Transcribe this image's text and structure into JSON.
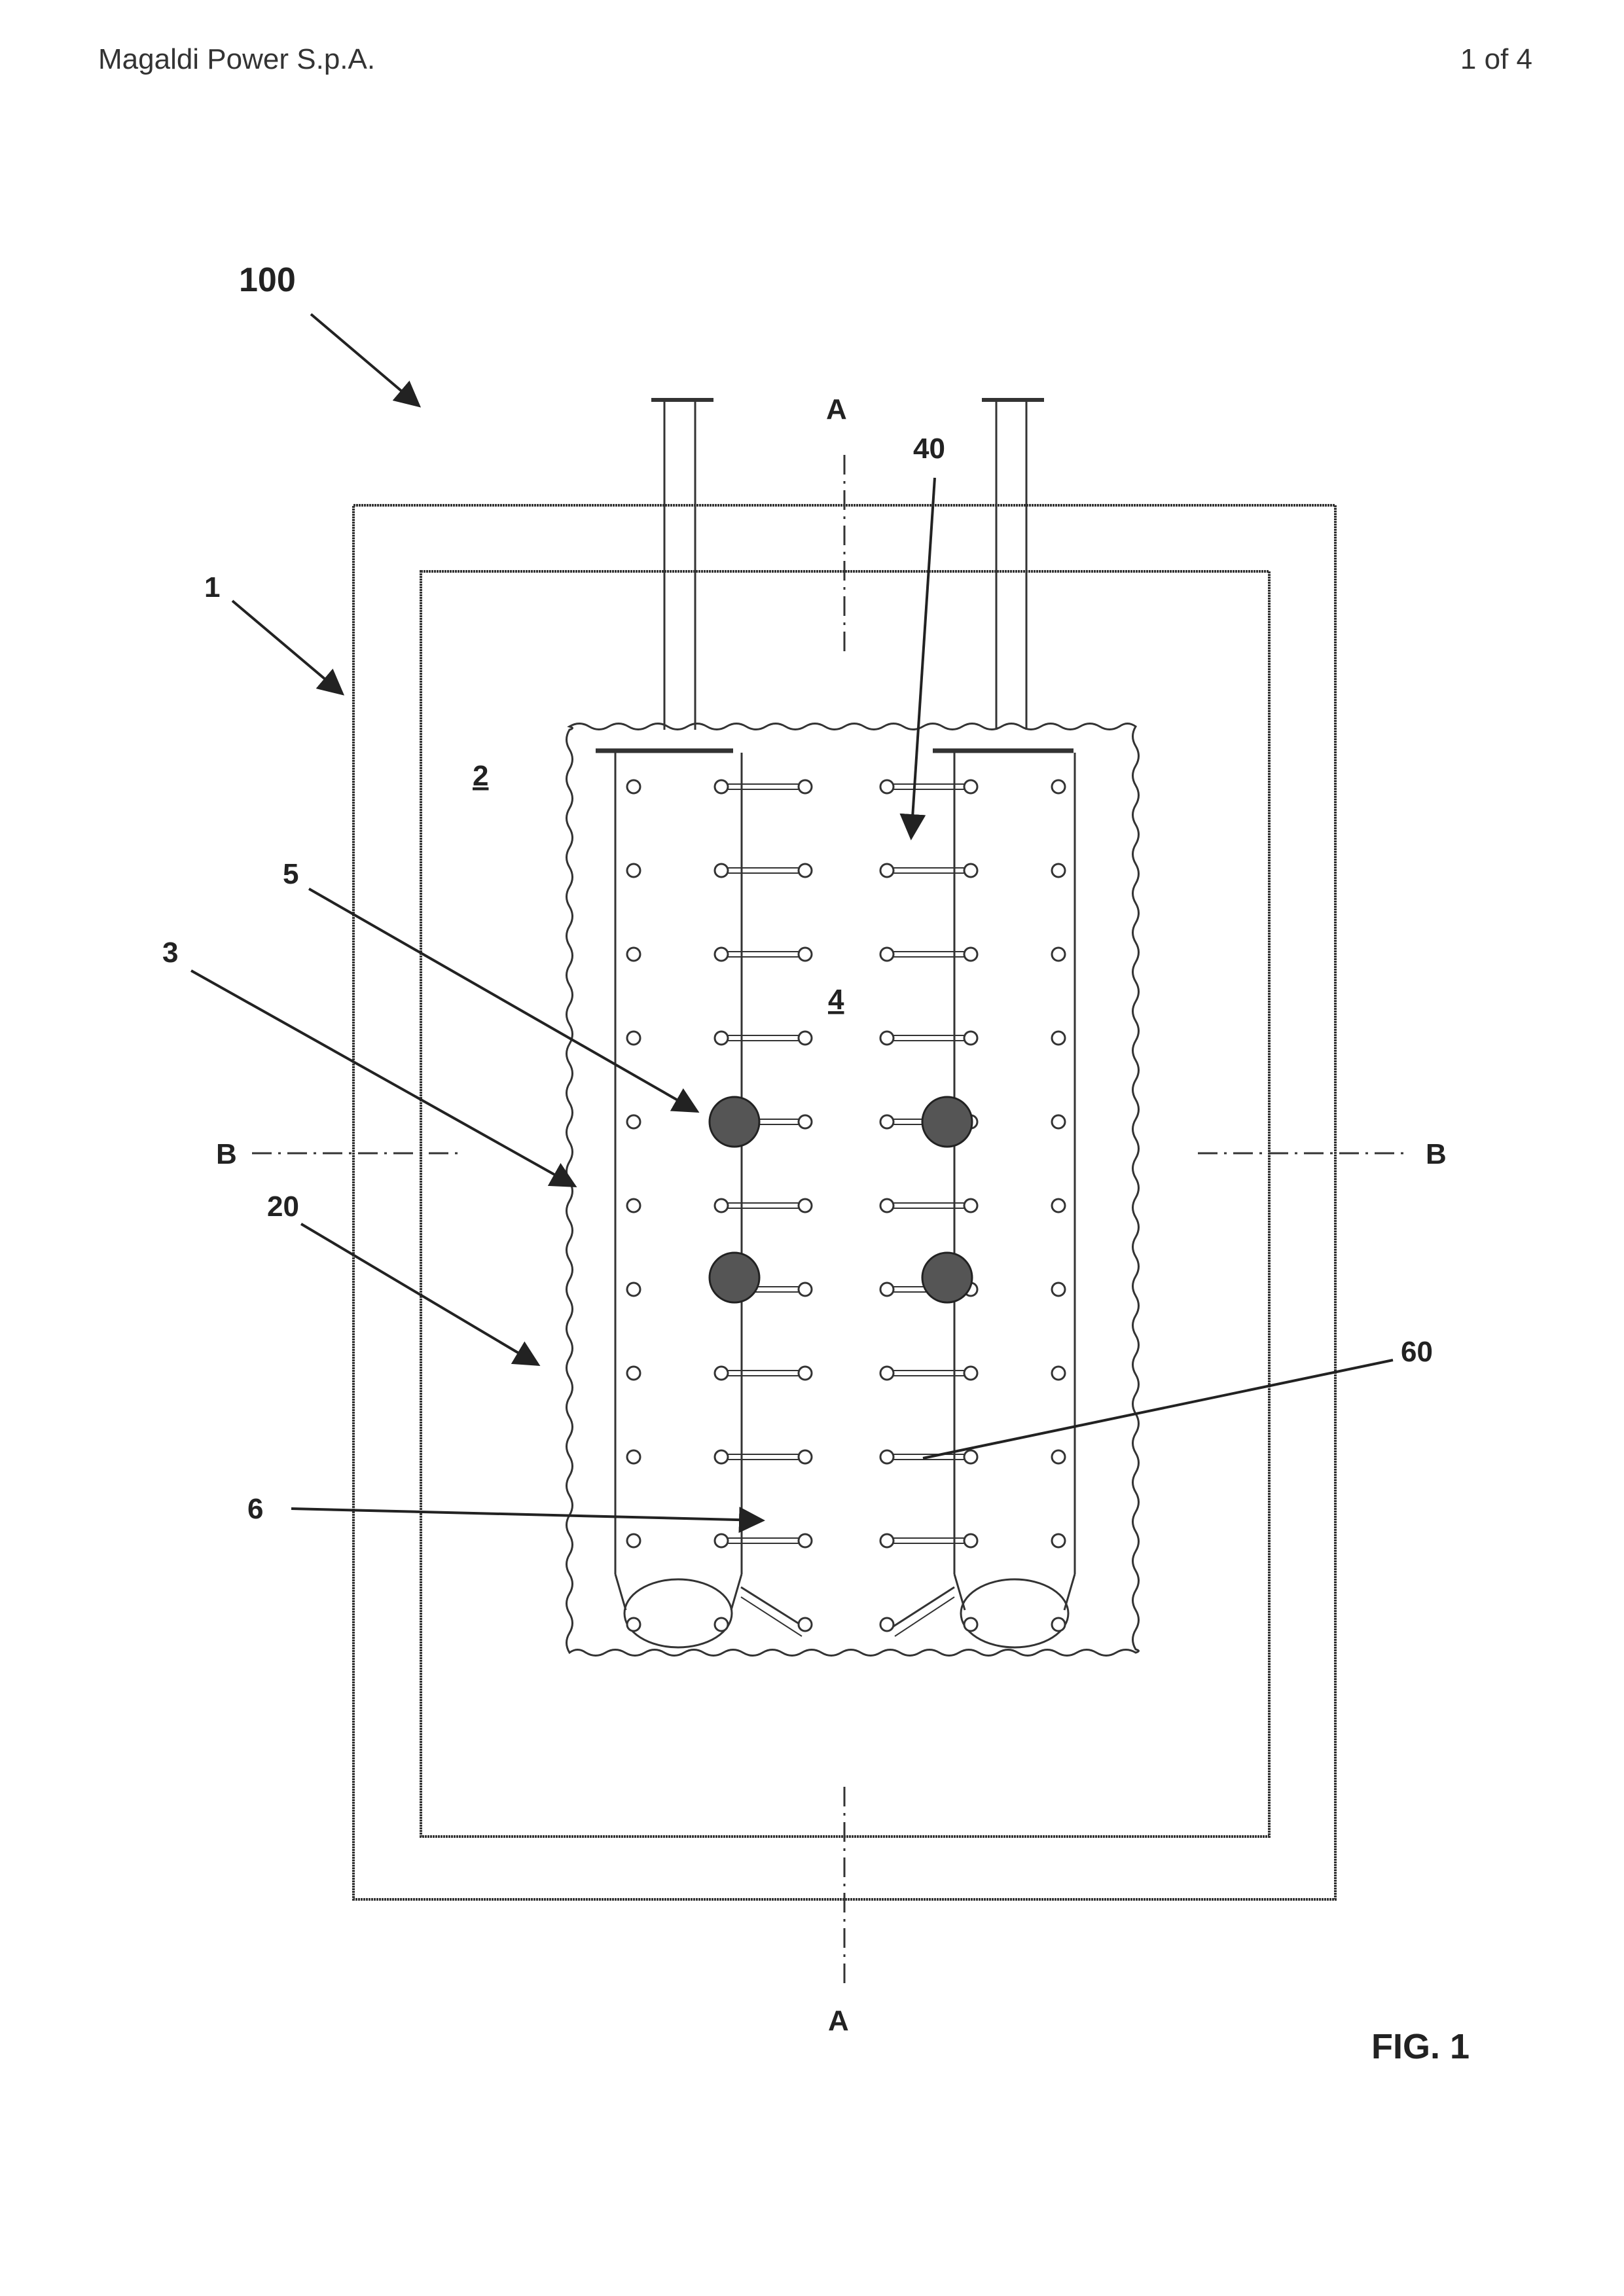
{
  "header": {
    "applicant": "Magaldi Power S.p.A.",
    "sheet": "1 of 4"
  },
  "figure": {
    "title": "FIG. 1",
    "section_marks": {
      "top": "A",
      "bottom": "A",
      "left": "B",
      "right": "B"
    },
    "reference_numerals": {
      "assembly": "100",
      "outer_casing": "1",
      "chamber": "2",
      "wall": "3",
      "core": "4",
      "element": "5",
      "tube": "6",
      "space": "20",
      "connector": "40",
      "link": "60"
    }
  },
  "colors": {
    "ink": "#333333",
    "fill_dark": "#555555",
    "background": "#ffffff"
  }
}
